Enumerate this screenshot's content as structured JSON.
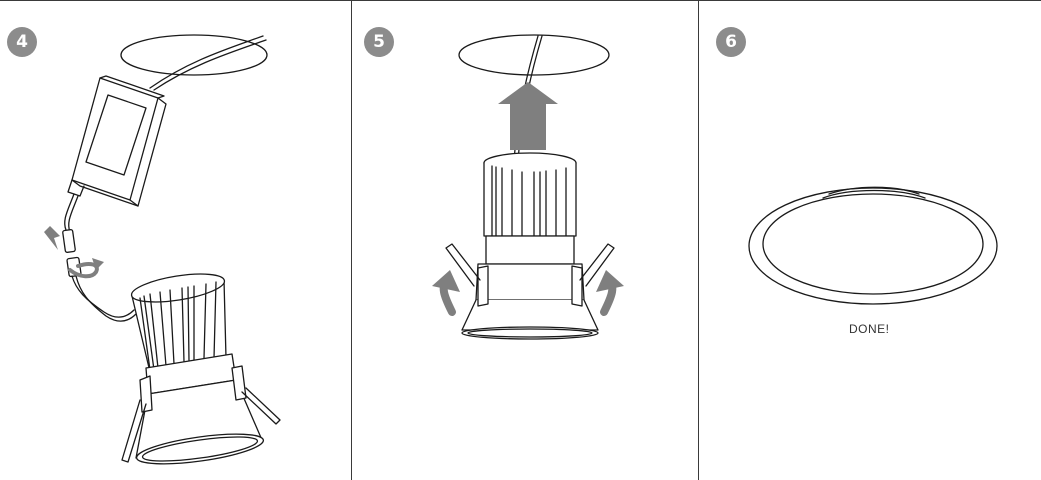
{
  "steps": [
    {
      "number": "4"
    },
    {
      "number": "5"
    },
    {
      "number": "6",
      "caption": "DONE!"
    }
  ],
  "colors": {
    "line": "#1a1a1a",
    "badge": "#8c8c8c",
    "arrow": "#7f7f7f"
  }
}
